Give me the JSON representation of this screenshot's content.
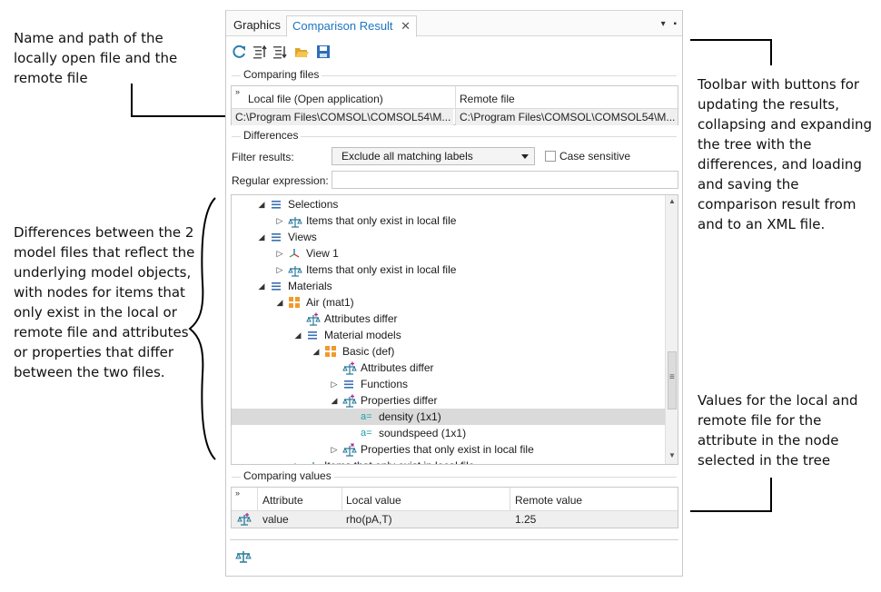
{
  "annotations": {
    "left_top": "Name and path of the locally open file and the remote file",
    "left_middle": "Differences between the 2 model files that reflect the underlying model objects, with nodes for items that only exist in the local or remote file and attributes or properties that differ between the two files.",
    "right_top": "Toolbar with buttons for updating the results, collapsing and expanding the tree with the differences, and loading and saving the comparison result from and to an XML file.",
    "right_bottom": "Values for the local and remote file for the attribute in the node selected in the tree"
  },
  "tabs": {
    "graphics": "Graphics",
    "comparison": "Comparison Result",
    "close": "✕",
    "menu": "▾",
    "pin": "▪"
  },
  "toolbar": {
    "refresh_icon": "refresh-icon",
    "collapse_icon": "collapse-all-icon",
    "expand_icon": "expand-all-icon",
    "open_icon": "folder-open-icon",
    "save_icon": "save-icon"
  },
  "comparing_files": {
    "section_label": "Comparing files",
    "columns": [
      "Local file (Open application)",
      "Remote file"
    ],
    "row": [
      "C:\\Program Files\\COMSOL\\COMSOL54\\M...",
      "C:\\Program Files\\COMSOL\\COMSOL54\\M..."
    ]
  },
  "differences": {
    "section_label": "Differences",
    "filter_label": "Filter results:",
    "filter_value": "Exclude all matching labels",
    "case_sensitive_label": "Case sensitive",
    "regex_label": "Regular expression:",
    "regex_value": ""
  },
  "tree": {
    "nodes": [
      {
        "label": "Selections",
        "expander": "◢",
        "icon": "list-icon"
      },
      {
        "label": "Items that only exist in local file",
        "expander": "▷",
        "icon": "balance-icon"
      },
      {
        "label": "Views",
        "expander": "◢",
        "icon": "list-icon"
      },
      {
        "label": "View 1",
        "expander": "▷",
        "icon": "axes-icon"
      },
      {
        "label": "Items that only exist in local file",
        "expander": "▷",
        "icon": "balance-icon"
      },
      {
        "label": "Materials",
        "expander": "◢",
        "icon": "list-icon"
      },
      {
        "label": "Air (mat1)",
        "expander": "◢",
        "icon": "material-icon"
      },
      {
        "label": "Attributes differ",
        "expander": "",
        "icon": "balance-diff-icon"
      },
      {
        "label": "Material models",
        "expander": "◢",
        "icon": "list-icon"
      },
      {
        "label": "Basic (def)",
        "expander": "◢",
        "icon": "material-icon"
      },
      {
        "label": "Attributes differ",
        "expander": "",
        "icon": "balance-diff-icon"
      },
      {
        "label": "Functions",
        "expander": "▷",
        "icon": "list-icon"
      },
      {
        "label": "Properties differ",
        "expander": "◢",
        "icon": "balance-diff-icon"
      },
      {
        "label": "density (1x1)",
        "expander": "",
        "icon": "a=",
        "selected": true
      },
      {
        "label": "soundspeed (1x1)",
        "expander": "",
        "icon": "a="
      },
      {
        "label": "Properties that only exist in local file",
        "expander": "▷",
        "icon": "balance-local-icon"
      },
      {
        "label": "Items that only exist in local file",
        "expander": "▷",
        "icon": "balance-icon"
      }
    ],
    "scroll_grip": "≡",
    "scroll_up": "▲",
    "scroll_down": "▼"
  },
  "comparing_values": {
    "section_label": "Comparing values",
    "columns": [
      "Attribute",
      "Local value",
      "Remote value"
    ],
    "row": [
      "value",
      "rho(pA,T)",
      "1.25"
    ]
  },
  "status_icon": "balance-icon",
  "colors": {
    "tab_active": "#1e74c0",
    "list_icon": "#3a6fb0",
    "material_icon": "#f09a2c",
    "balance_icon": "#2a7a9a",
    "diff_plus": "#b0288c",
    "a_eq": "#1aa0a8"
  }
}
